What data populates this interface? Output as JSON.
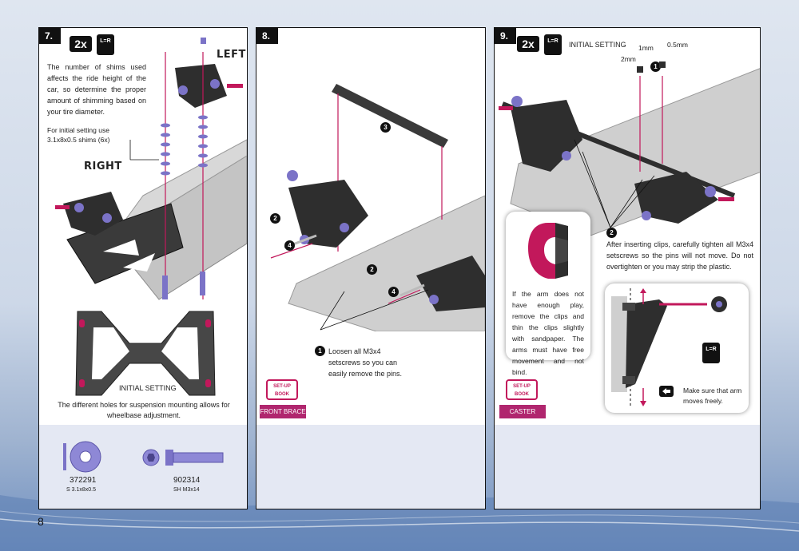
{
  "page_number": "8",
  "step7": {
    "number": "7.",
    "qty": "2x",
    "lr": "L=R",
    "left_label": "LEFT",
    "right_label": "RIGHT",
    "text1": "The number of shims used affects the ride height of the car, so determine the proper amount of shimming based on your tire diameter.",
    "text2": "For initial setting use 3.1x8x0.5 shims (6x)",
    "initial_setting": "INITIAL SETTING",
    "holes_text": "The different holes for suspension mounting allows for wheelbase adjustment.",
    "parts": [
      {
        "code": "372291",
        "desc": "S 3.1x8x0.5"
      },
      {
        "code": "902314",
        "desc": "SH M3x14"
      }
    ]
  },
  "step8": {
    "number": "8.",
    "marker3": "3",
    "marker2a": "2",
    "marker4a": "4",
    "marker2b": "2",
    "marker4b": "4",
    "marker1": "1",
    "note": "Loosen all M3x4 setscrews so you can easily remove the pins.",
    "book_title": "SET-UP BOOK",
    "book_label": "FRONT BRACE"
  },
  "step9": {
    "number": "9.",
    "qty": "2x",
    "lr": "L=R",
    "initial_setting": "INITIAL SETTING",
    "clip_1mm": "1mm",
    "clip_05mm": "0.5mm",
    "clip_2mm": "2mm",
    "marker1": "1",
    "marker2": "2",
    "note": "After inserting clips, carefully tighten all M3x4 setscrews so the pins will not move. Do not overtighten or you may strip the plastic.",
    "clip_note": "If the arm does not have enough play, remove the clips and thin the clips slightly with sandpaper. The arms must have free movement and not bind.",
    "arm_lr": "L=R",
    "arm_note": "Make sure that arm moves freely.",
    "book_title": "SET-UP BOOK",
    "book_label": "CASTER"
  },
  "colors": {
    "accent_pink": "#c2185b",
    "chassis_grey": "#9a9a9a",
    "carbon": "#3a3a3a",
    "hardware_purple": "#7b73c7"
  }
}
